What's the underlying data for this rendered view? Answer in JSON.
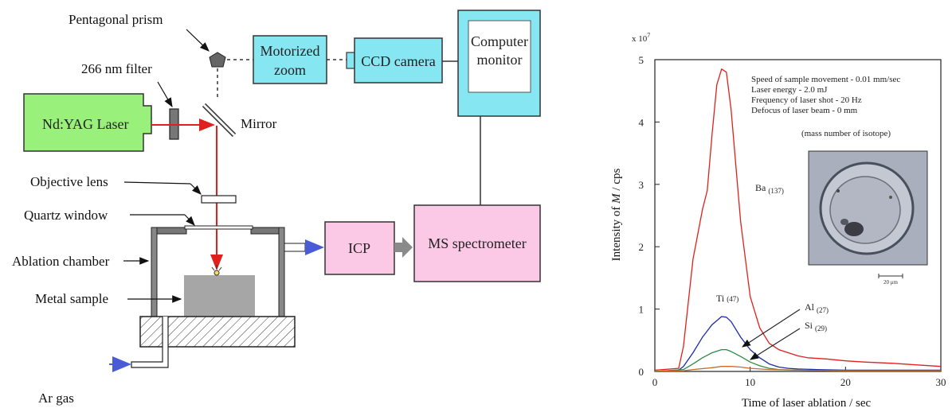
{
  "setup": {
    "labels": {
      "pentagonal_prism": "Pentagonal prism",
      "filter": "266 nm filter",
      "laser": "Nd:YAG Laser",
      "mirror": "Mirror",
      "objective_lens": "Objective lens",
      "quartz_window": "Quartz window",
      "ablation_chamber": "Ablation chamber",
      "metal_sample": "Metal sample",
      "ar_gas": "Ar gas",
      "zoom_line1": "Motorized",
      "zoom_line2": "zoom",
      "ccd_camera": "CCD camera",
      "computer_line1": "Computer",
      "computer_line2": "monitor",
      "icp": "ICP",
      "ms_spectrometer": "MS spectrometer"
    },
    "colors": {
      "laser_box": "#99f07a",
      "cyan_box": "#86e6f2",
      "pink_box": "#fbc8e6",
      "beam": "#e0201c",
      "gas_arrow": "#4a5bd8",
      "sample": "#a6a6a6"
    }
  },
  "chart_data": {
    "type": "line",
    "title": "",
    "xlabel": "Time of laser ablation   / sec",
    "ylabel_main": "Intensity of ",
    "ylabel_italic": "M",
    "ylabel_unit": "  / cps",
    "y_multiplier": "x 10",
    "y_multiplier_exp": "7",
    "xlim": [
      0,
      30
    ],
    "ylim": [
      0,
      5
    ],
    "x_ticks": [
      "0",
      "10",
      "20",
      "30"
    ],
    "y_ticks": [
      "0",
      "1",
      "2",
      "3",
      "4",
      "5"
    ],
    "conditions": [
      "Speed of sample movement  - 0.01 mm/sec",
      "Laser energy                    - 2.0 mJ",
      "Frequency of laser shot      - 20 Hz",
      "Defocus of laser beam        - 0 mm"
    ],
    "note": "(mass number of isotope)",
    "scale_bar": "20 μm",
    "series": [
      {
        "name": "Ba",
        "mass": "(137)",
        "color": "#e0201c",
        "x": [
          0,
          2.5,
          3,
          4,
          5,
          5.5,
          6,
          6.5,
          7,
          7.5,
          8,
          9,
          10,
          11,
          12,
          13,
          14,
          15,
          16,
          18,
          20,
          22,
          25,
          28,
          30
        ],
        "y": [
          0.02,
          0.05,
          0.4,
          1.8,
          2.6,
          2.9,
          3.8,
          4.6,
          4.85,
          4.8,
          4.2,
          2.4,
          1.2,
          0.7,
          0.45,
          0.35,
          0.3,
          0.25,
          0.22,
          0.2,
          0.17,
          0.15,
          0.13,
          0.1,
          0.08
        ]
      },
      {
        "name": "Ti",
        "mass": "(47)",
        "color": "#1c2aa8",
        "x": [
          0,
          2.5,
          3,
          4,
          5,
          6,
          7,
          7.5,
          8,
          9,
          10,
          11,
          12,
          13,
          14,
          15,
          17,
          20,
          25,
          30
        ],
        "y": [
          0,
          0.02,
          0.08,
          0.3,
          0.55,
          0.75,
          0.88,
          0.87,
          0.8,
          0.55,
          0.35,
          0.22,
          0.12,
          0.07,
          0.05,
          0.04,
          0.03,
          0.02,
          0.02,
          0.02
        ]
      },
      {
        "name": "Al",
        "mass": "(27)",
        "color": "#2d8a48",
        "x": [
          0,
          3,
          4,
          5,
          6,
          7,
          7.5,
          8,
          9,
          10,
          11,
          12,
          13,
          15,
          20,
          30
        ],
        "y": [
          0,
          0.03,
          0.12,
          0.22,
          0.3,
          0.35,
          0.35,
          0.32,
          0.24,
          0.15,
          0.09,
          0.05,
          0.03,
          0.02,
          0.01,
          0.01
        ]
      },
      {
        "name": "Si",
        "mass": "(29)",
        "color": "#c86b2a",
        "x": [
          0,
          3,
          4,
          6,
          7,
          8,
          9,
          10,
          12,
          15,
          20,
          30
        ],
        "y": [
          0,
          0.01,
          0.03,
          0.06,
          0.08,
          0.08,
          0.07,
          0.05,
          0.03,
          0.02,
          0.01,
          0.01
        ]
      }
    ]
  }
}
